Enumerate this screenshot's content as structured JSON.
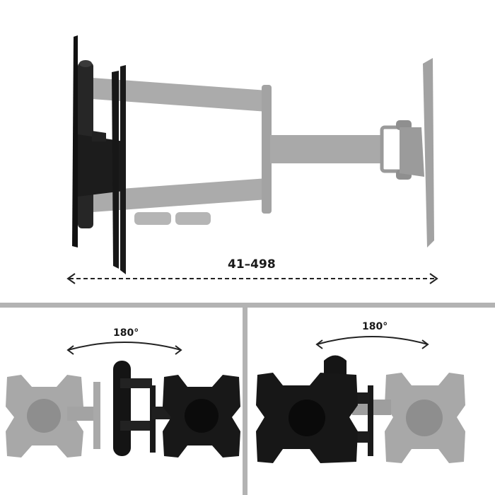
{
  "top_panel": {
    "dimension_label": "41–498",
    "description": "Full-motion TV wall mount extended side view"
  },
  "bottom_left_panel": {
    "rotation_label": "180°",
    "description": "Swivel range, mount shown facing right (black) and ghosted left (gray)"
  },
  "bottom_right_panel": {
    "rotation_label": "180°",
    "description": "Swivel range, mount shown folded (black) and extended ghost (gray)"
  },
  "colors": {
    "background": "#ffffff",
    "divider": "#b3b3b3",
    "mount_black": "#1c1c1c",
    "mount_gray": "#a9a9a9",
    "text": "#1a1a1a"
  }
}
